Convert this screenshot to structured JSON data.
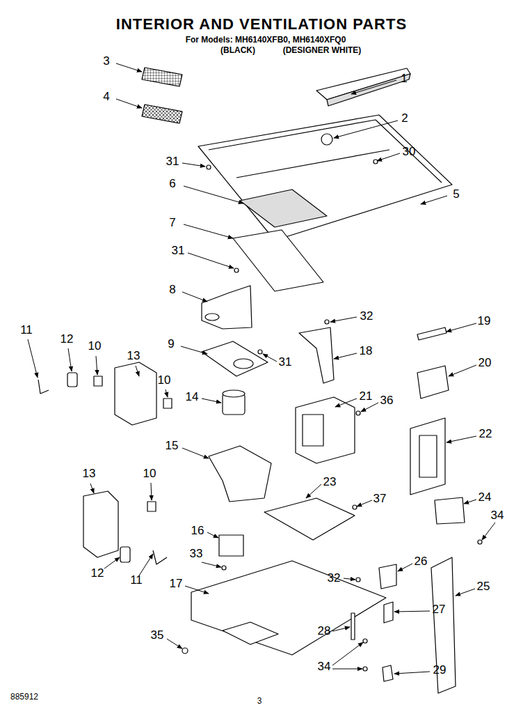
{
  "diagram": {
    "title": "INTERIOR AND VENTILATION PARTS",
    "labels": [
      "For Models: MH6140XFB0, MH6140XFQ0",
      "(BLACK)",
      "(DESIGNER WHITE)",
      "3",
      "4",
      "1",
      "2",
      "30",
      "31",
      "5",
      "6",
      "7",
      "31",
      "8",
      "32",
      "19",
      "11",
      "12",
      "10",
      "13",
      "9",
      "31",
      "18",
      "20",
      "10",
      "14",
      "21",
      "36",
      "22",
      "15",
      "13",
      "10",
      "23",
      "37",
      "24",
      "34",
      "16",
      "33",
      "12",
      "11",
      "32",
      "26",
      "17",
      "25",
      "27",
      "28",
      "35",
      "34",
      "29",
      "885912",
      "3"
    ]
  }
}
